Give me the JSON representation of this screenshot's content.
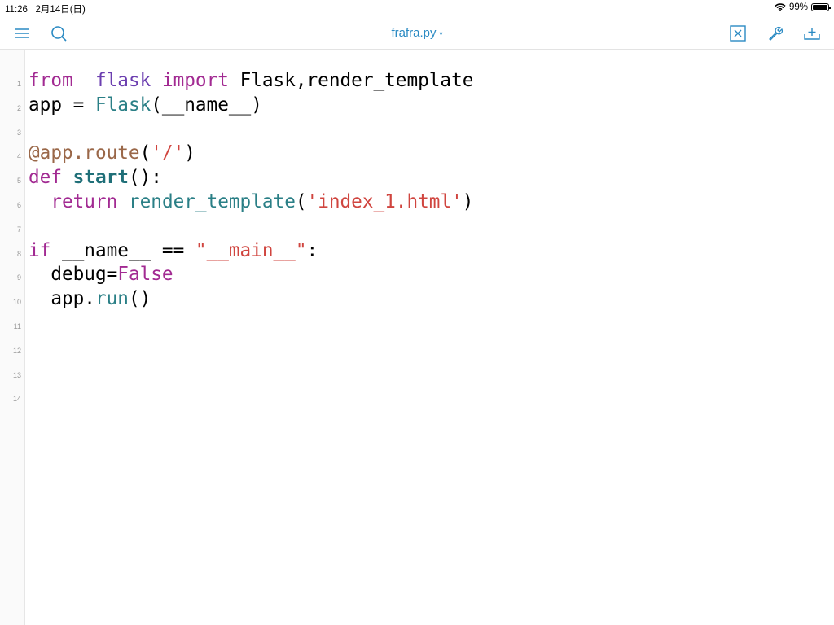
{
  "status": {
    "time": "11:26",
    "date": "2月14日(日)",
    "battery": "99%",
    "battery_level": 0.99
  },
  "toolbar": {
    "title": "frafra.py",
    "caret": "▾"
  },
  "colors": {
    "accent": "#2a8ac3"
  },
  "lines": [
    [
      [
        "kw",
        "from"
      ],
      [
        "",
        "  "
      ],
      [
        "mod",
        "flask"
      ],
      [
        "",
        " "
      ],
      [
        "kw",
        "import"
      ],
      [
        "",
        " Flask,render_template"
      ]
    ],
    [
      [
        "",
        "app = "
      ],
      [
        "cls",
        "Flask"
      ],
      [
        "",
        "(__name__)"
      ]
    ],
    [],
    [
      [
        "dec",
        "@app.route"
      ],
      [
        "",
        "("
      ],
      [
        "str",
        "'/'"
      ],
      [
        "",
        ")"
      ]
    ],
    [
      [
        "kw",
        "def"
      ],
      [
        "",
        " "
      ],
      [
        "fn",
        "start"
      ],
      [
        "",
        "():"
      ]
    ],
    [
      [
        "",
        "  "
      ],
      [
        "kw",
        "return"
      ],
      [
        "",
        " "
      ],
      [
        "call",
        "render_template"
      ],
      [
        "",
        "("
      ],
      [
        "str",
        "'index_1.html'"
      ],
      [
        "",
        ")"
      ]
    ],
    [],
    [
      [
        "kw",
        "if"
      ],
      [
        "",
        " __name__ == "
      ],
      [
        "str",
        "\"__main__\""
      ],
      [
        "",
        ":"
      ]
    ],
    [
      [
        "",
        "  debug="
      ],
      [
        "kw",
        "False"
      ]
    ],
    [
      [
        "",
        "  app."
      ],
      [
        "call",
        "run"
      ],
      [
        "",
        "()"
      ]
    ],
    [],
    [],
    [],
    []
  ]
}
